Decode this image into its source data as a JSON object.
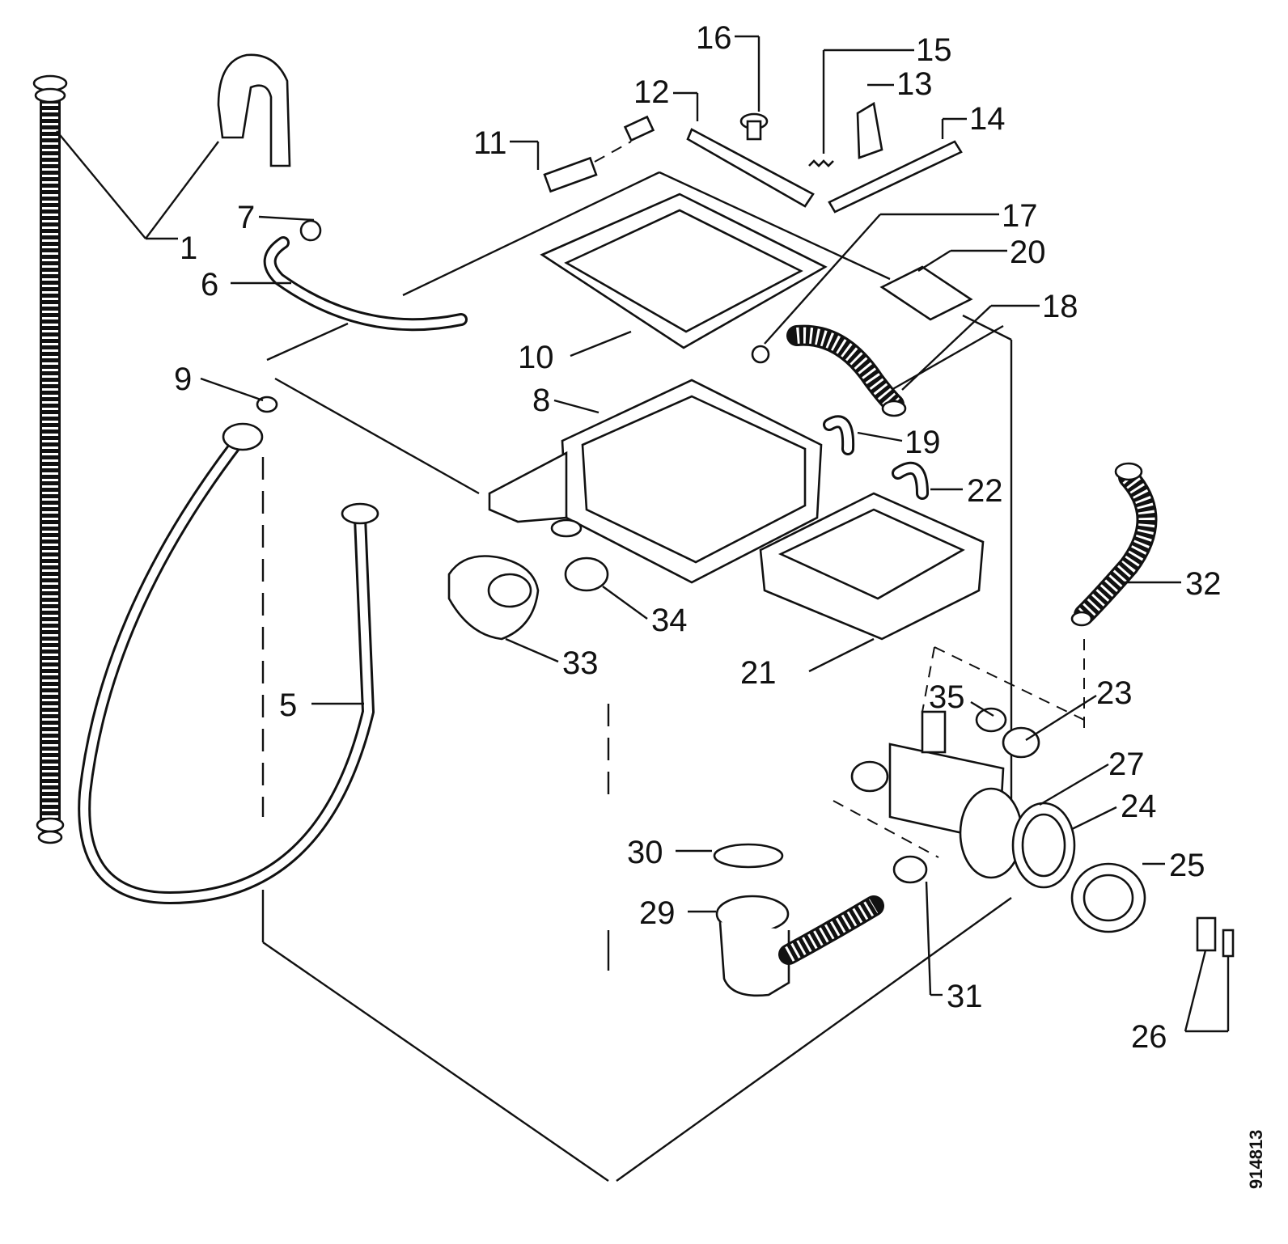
{
  "diagram": {
    "reference_number": "914813",
    "callouts": [
      {
        "id": "1",
        "text": "1"
      },
      {
        "id": "5",
        "text": "5"
      },
      {
        "id": "6",
        "text": "6"
      },
      {
        "id": "7",
        "text": "7"
      },
      {
        "id": "8",
        "text": "8"
      },
      {
        "id": "9",
        "text": "9"
      },
      {
        "id": "10",
        "text": "10"
      },
      {
        "id": "11",
        "text": "11"
      },
      {
        "id": "12",
        "text": "12"
      },
      {
        "id": "13",
        "text": "13"
      },
      {
        "id": "14",
        "text": "14"
      },
      {
        "id": "15",
        "text": "15"
      },
      {
        "id": "16",
        "text": "16"
      },
      {
        "id": "17",
        "text": "17"
      },
      {
        "id": "18",
        "text": "18"
      },
      {
        "id": "19",
        "text": "19"
      },
      {
        "id": "20",
        "text": "20"
      },
      {
        "id": "21",
        "text": "21"
      },
      {
        "id": "22",
        "text": "22"
      },
      {
        "id": "23",
        "text": "23"
      },
      {
        "id": "24",
        "text": "24"
      },
      {
        "id": "25",
        "text": "25"
      },
      {
        "id": "26",
        "text": "26"
      },
      {
        "id": "27",
        "text": "27"
      },
      {
        "id": "29",
        "text": "29"
      },
      {
        "id": "30",
        "text": "30"
      },
      {
        "id": "31",
        "text": "31"
      },
      {
        "id": "32",
        "text": "32"
      },
      {
        "id": "33",
        "text": "33"
      },
      {
        "id": "34",
        "text": "34"
      },
      {
        "id": "35",
        "text": "35"
      }
    ]
  }
}
